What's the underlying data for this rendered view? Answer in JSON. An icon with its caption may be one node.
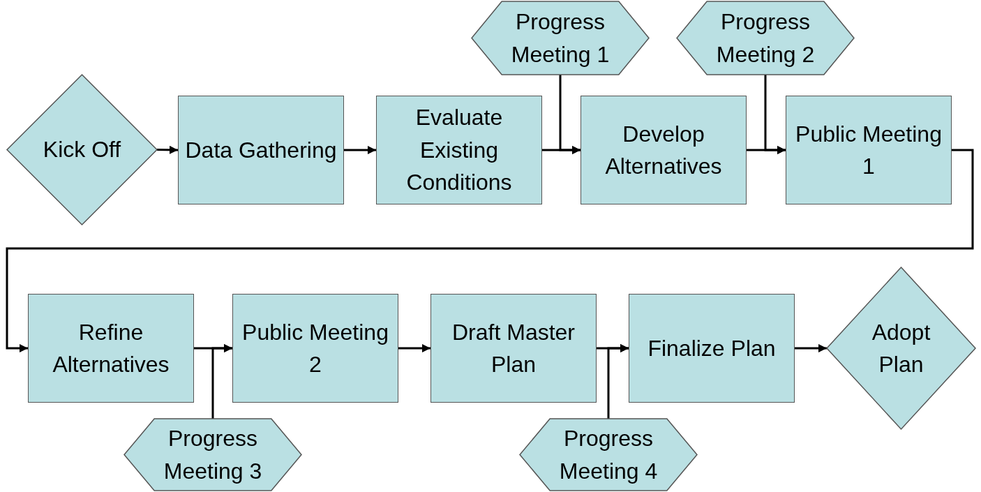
{
  "diagram": {
    "nodes": [
      {
        "text": [
          "Kick Off"
        ]
      },
      {
        "text": [
          "Data Gathering"
        ]
      },
      {
        "text": [
          "Evaluate Existing Conditions"
        ]
      },
      {
        "text": [
          "Progress Meeting 1"
        ]
      },
      {
        "text": [
          "Develop Alternatives"
        ]
      },
      {
        "text": [
          "Progress Meeting 2"
        ]
      },
      {
        "text": [
          "Public Meeting 1"
        ]
      },
      {
        "text": [
          "Refine Alternatives"
        ]
      },
      {
        "text": [
          "Progress Meeting 3"
        ]
      },
      {
        "text": [
          "Public Meeting 2"
        ]
      },
      {
        "text": [
          "Draft Master Plan"
        ]
      },
      {
        "text": [
          "Progress Meeting 4"
        ]
      },
      {
        "text": [
          "Finalize Plan"
        ]
      },
      {
        "text": [
          "Adopt Plan"
        ]
      }
    ],
    "edges": [
      {
        "from": 0,
        "to": 1,
        "arrow": "to"
      },
      {
        "from": 1,
        "to": 2,
        "arrow": "to"
      },
      {
        "from": 2,
        "to": 4,
        "arrow": "to"
      },
      {
        "from": 3,
        "to": 4,
        "arrow": "to"
      },
      {
        "from": 4,
        "to": 6,
        "arrow": "to"
      },
      {
        "from": 5,
        "to": 6,
        "arrow": "to"
      },
      {
        "from": 6,
        "to": 7,
        "arrow": "to"
      },
      {
        "from": 7,
        "to": 9,
        "arrow": "to"
      },
      {
        "from": 8,
        "to": 9,
        "arrow": "to"
      },
      {
        "from": 9,
        "to": 10,
        "arrow": "to"
      },
      {
        "from": 10,
        "to": 12,
        "arrow": "to"
      },
      {
        "from": 11,
        "to": 12,
        "arrow": "to"
      },
      {
        "from": 12,
        "to": 13,
        "arrow": "to"
      }
    ]
  }
}
